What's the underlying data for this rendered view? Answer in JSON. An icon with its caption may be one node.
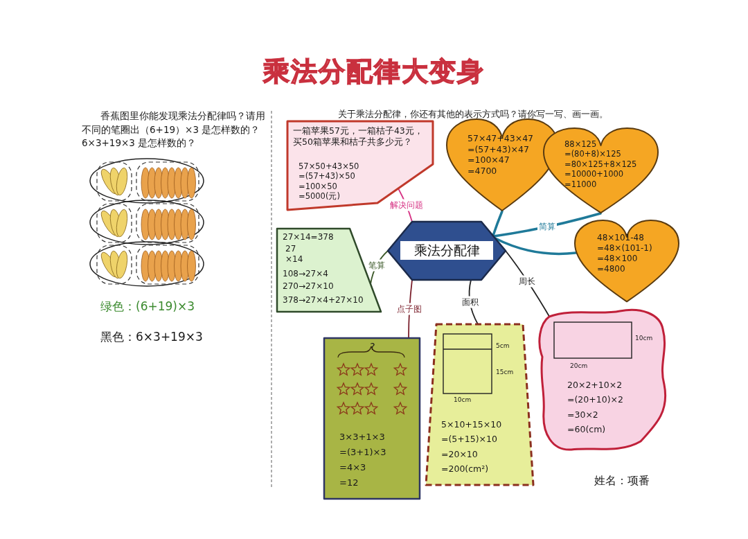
{
  "diagram": {
    "title": "乘法分配律大变身",
    "nodes": [
      {
        "text": [
          "乘法分配律"
        ]
      },
      {
        "text": [
          "一箱苹果57元，一箱桔子43元，买50箱苹果和桔子共多少元？",
          "57×50+43×50 =(57+43)×50 =100×50 =5000(元)"
        ]
      },
      {
        "text": [
          "27×14=378",
          "27 ×14",
          "108→27×4",
          "270→27×10",
          "378→27×4+27×10"
        ]
      },
      {
        "text": [
          "57×47+43×47 =(57+43)×47 =100×47 =4700"
        ]
      },
      {
        "text": [
          "88×125 =(80+8)×125 =80×125+8×125 =10000+1000 =11000"
        ]
      },
      {
        "text": [
          "48×101-48 =48×(101-1) =48×100 =4800"
        ]
      },
      {
        "text": [
          "?",
          "3×3+1×3 =(3+1)×3 =4×3 =12"
        ]
      },
      {
        "text": [
          "5cm",
          "15cm",
          "10cm",
          "5×10+15×10 =(5+15)×10 =20×10 =200(cm²)"
        ]
      },
      {
        "text": [
          "10cm",
          "20cm",
          "20×2+10×2 =(20+10)×2 =30×2 =60(cm)"
        ]
      }
    ],
    "edges": [
      {
        "from": 0,
        "to": 1,
        "arrow": "none",
        "label": "解决问题",
        "color": "#d63384"
      },
      {
        "from": 0,
        "to": 2,
        "arrow": "none",
        "label": "笔算",
        "color": "#3d5a2a"
      },
      {
        "from": 0,
        "to": 6,
        "arrow": "none",
        "label": "点子图",
        "color": "#7a1f2b"
      },
      {
        "from": 0,
        "to": 7,
        "arrow": "none",
        "label": "面积",
        "color": "#222222"
      },
      {
        "from": 0,
        "to": 8,
        "arrow": "none",
        "label": "周长",
        "color": "#222222"
      },
      {
        "from": 0,
        "to": 3,
        "arrow": "none",
        "style": "thick",
        "color": "#1f7a99"
      },
      {
        "from": 0,
        "to": 4,
        "arrow": "none",
        "label": "简算",
        "style": "thick",
        "color": "#1f7a99"
      },
      {
        "from": 0,
        "to": 5,
        "arrow": "none",
        "style": "thick",
        "color": "#1f7a99"
      }
    ],
    "labels": [
      "香蕉图里你能发现乘法分配律吗？请用不同的笔圈出（6+19）×3 是怎样数的？6×3+19×3 是怎样数的？",
      "关于乘法分配律，你还有其他的表示方式吗？请你写一写、画一画。",
      "绿色：(6+19)×3",
      "黑色：6×3+19×3",
      "姓名：项番"
    ]
  }
}
